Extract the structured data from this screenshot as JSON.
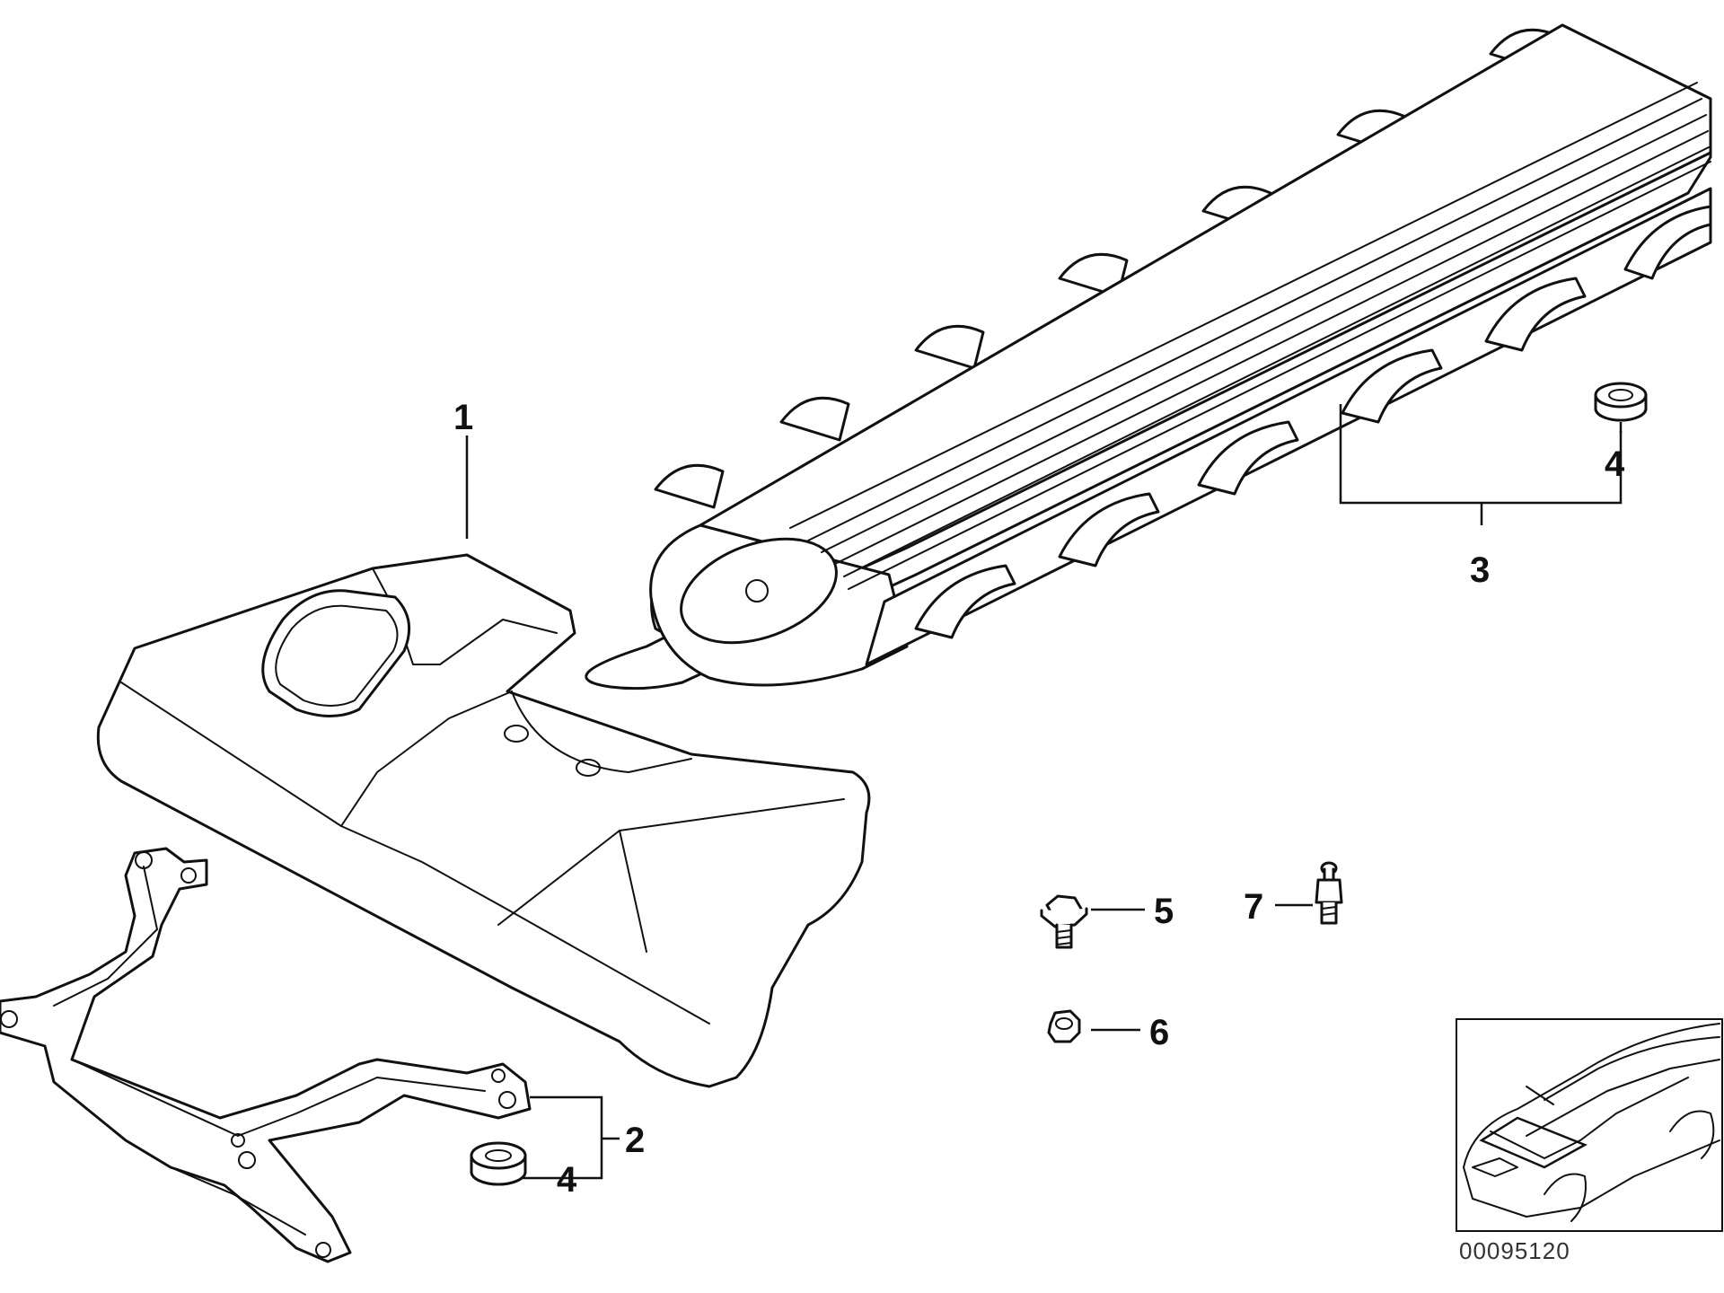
{
  "diagram": {
    "callouts": {
      "c1": "1",
      "c2": "2",
      "c3": "3",
      "c4a": "4",
      "c4b": "4",
      "c5": "5",
      "c6": "6",
      "c7": "7"
    },
    "document_number": "00095120"
  },
  "colors": {
    "line": "#111111",
    "background": "#ffffff"
  },
  "icons": [
    "engine-cover-front",
    "engine-cover-rear",
    "support-bracket",
    "rubber-grommet",
    "hex-bolt",
    "hex-nut",
    "stud-pin",
    "car-location-thumbnail"
  ]
}
